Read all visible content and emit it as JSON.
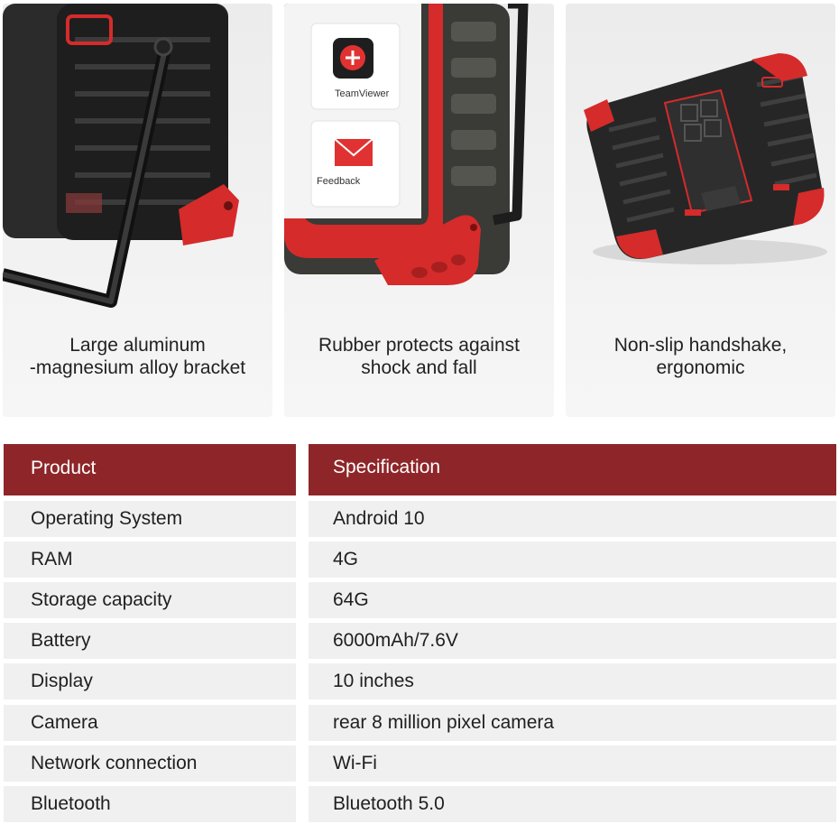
{
  "features": [
    {
      "caption_lines": [
        "Large aluminum",
        "-magnesium alloy bracket"
      ]
    },
    {
      "caption_lines": [
        "Rubber protects against",
        "shock and fall"
      ],
      "app_labels": [
        "TeamViewer",
        "Feedback"
      ]
    },
    {
      "caption_lines": [
        "Non-slip handshake,",
        "ergonomic"
      ]
    }
  ],
  "table": {
    "header_left": "Product",
    "header_right": "Specification",
    "rows": [
      {
        "label": "Operating System",
        "value": "Android 10"
      },
      {
        "label": "RAM",
        "value": "4G"
      },
      {
        "label": "Storage capacity",
        "value": "64G"
      },
      {
        "label": "Battery",
        "value": "6000mAh/7.6V"
      },
      {
        "label": "Display",
        "value": "10 inches"
      },
      {
        "label": "Camera",
        "value": "rear 8 million pixel camera"
      },
      {
        "label": "Network connection",
        "value": "Wi-Fi"
      },
      {
        "label": "Bluetooth",
        "value": "Bluetooth 5.0"
      }
    ]
  },
  "colors": {
    "header": "#8e2629",
    "row_bg": "#f0f0f0",
    "accent_red": "#d52b2b",
    "rubber_black": "#2a2a2a"
  }
}
